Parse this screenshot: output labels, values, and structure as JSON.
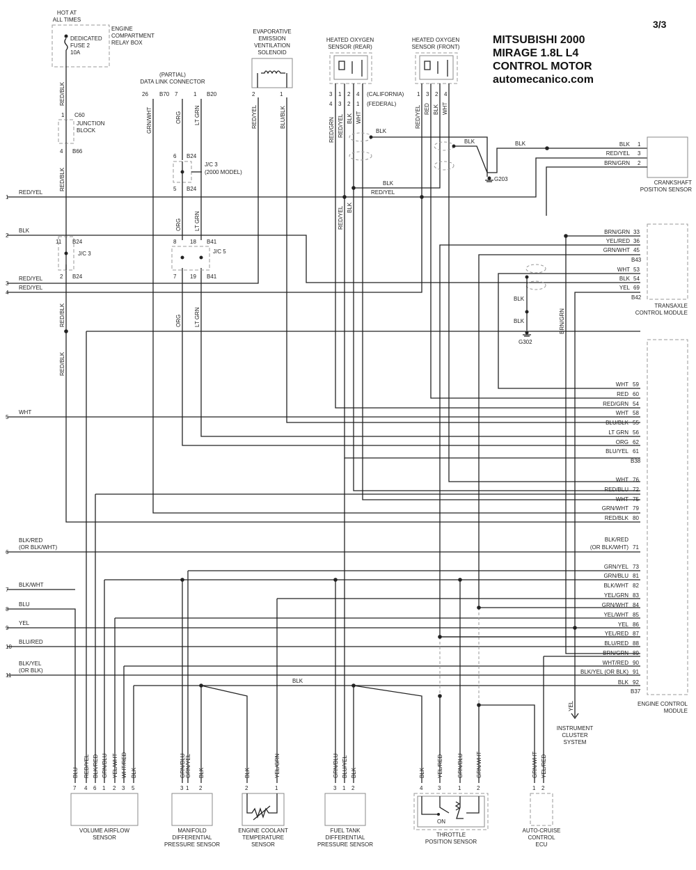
{
  "page_number": "3/3",
  "title_lines": [
    "MITSUBISHI 2000",
    "MIRAGE 1.8L L4",
    "CONTROL MOTOR",
    "automecanico.com"
  ],
  "fuse": {
    "header": [
      "HOT AT",
      "ALL TIMES"
    ],
    "label": [
      "DEDICATED",
      "FUSE 2",
      "10A"
    ],
    "relay_box": [
      "ENGINE",
      "COMPARTMENT",
      "RELAY BOX"
    ],
    "wire": "RED/BLK"
  },
  "junction_block": {
    "label": [
      "JUNCTION",
      "BLOCK"
    ],
    "pin_top": "1",
    "conn_top": "C60",
    "pin_bottom": "4",
    "conn_bottom": "B66",
    "wire": "RED/BLK"
  },
  "dlc": {
    "label": [
      "(PARTIAL)",
      "DATA LINK CONNECTOR"
    ],
    "pins": [
      "26",
      "B70",
      "7",
      "1",
      "B20"
    ],
    "wires": [
      "GRN/WHT",
      "ORG",
      "LT GRN"
    ]
  },
  "jc3_model": {
    "label": [
      "J/C 3",
      "(2000 MODEL)"
    ],
    "pin_top": "6",
    "conn_top": "B24",
    "pin_bottom": "5",
    "conn_bottom": "B24"
  },
  "jc3": {
    "label": "J/C 3",
    "pin_top": "11",
    "conn_top": "B24",
    "pin_bottom": "2",
    "conn_bottom": "B24"
  },
  "jc5": {
    "label": "J/C 5",
    "pins_top": [
      "8",
      "18"
    ],
    "conn_top": "B41",
    "pins_bottom": [
      "7",
      "19"
    ],
    "conn_bottom": "B41"
  },
  "evap": {
    "label": [
      "EVAPORATIVE",
      "EMISSION",
      "VENTILATION",
      "SOLENOID"
    ],
    "pins": [
      "2",
      "1"
    ],
    "wires": [
      "RED/YEL",
      "BLU/BLK"
    ]
  },
  "ho2s_rear": {
    "label": [
      "HEATED OXYGEN",
      "SENSOR (REAR)"
    ],
    "pins_ca": [
      "3",
      "1",
      "2",
      "4"
    ],
    "pins_fed": [
      "4",
      "3",
      "2",
      "1"
    ],
    "california": "(CALIFORNIA)",
    "federal": "(FEDERAL)",
    "wires": [
      "RED/GRN",
      "RED/YEL",
      "BLK",
      "WHT"
    ]
  },
  "ho2s_front": {
    "label": [
      "HEATED OXYGEN",
      "SENSOR (FRONT)"
    ],
    "pins": [
      "1",
      "3",
      "2",
      "4"
    ],
    "wires": [
      "RED/YEL",
      "RED",
      "BLK",
      "WHT"
    ]
  },
  "ground_labels": {
    "g203": "G203",
    "g302": "G302",
    "blk": "BLK",
    "red_yel": "RED/YEL"
  },
  "crankshaft": {
    "label": [
      "CRANKSHAFT",
      "POSITION SENSOR"
    ],
    "pins": [
      {
        "wire": "BLK",
        "pin": "1"
      },
      {
        "wire": "RED/YEL",
        "pin": "3"
      },
      {
        "wire": "BRN/GRN",
        "pin": "2"
      }
    ]
  },
  "tcm": {
    "label": [
      "TRANSAXLE",
      "CONTROL MODULE"
    ],
    "pins": [
      {
        "wire": "BRN/GRN",
        "pin": "33"
      },
      {
        "wire": "YEL/RED",
        "pin": "36"
      },
      {
        "wire": "GRN/WHT",
        "pin": "45"
      },
      {
        "wire": "",
        "pin": "B43"
      },
      {
        "wire": "WHT",
        "pin": "53"
      },
      {
        "wire": "BLK",
        "pin": "54"
      },
      {
        "wire": "YEL",
        "pin": "69"
      },
      {
        "wire": "",
        "pin": "B42"
      }
    ],
    "brn_grn_vertical": "BRN/GRN"
  },
  "ecm": {
    "label": [
      "ENGINE CONTROL",
      "MODULE"
    ],
    "pins_a": [
      {
        "wire": "WHT",
        "pin": "59"
      },
      {
        "wire": "RED",
        "pin": "60"
      },
      {
        "wire": "RED/GRN",
        "pin": "54"
      },
      {
        "wire": "WHT",
        "pin": "58"
      },
      {
        "wire": "BLU/BLK",
        "pin": "55"
      },
      {
        "wire": "LT GRN",
        "pin": "56"
      },
      {
        "wire": "ORG",
        "pin": "62"
      },
      {
        "wire": "BLU/YEL",
        "pin": "61"
      },
      {
        "wire": "",
        "pin": "B38"
      }
    ],
    "pins_b": [
      {
        "wire": "WHT",
        "pin": "76"
      },
      {
        "wire": "RED/BLU",
        "pin": "72"
      },
      {
        "wire": "WHT",
        "pin": "75"
      },
      {
        "wire": "GRN/WHT",
        "pin": "79"
      },
      {
        "wire": "RED/BLK",
        "pin": "80"
      }
    ],
    "pin71": {
      "wire": [
        "BLK/RED",
        "(OR BLK/WHT)"
      ],
      "pin": "71"
    },
    "pins_c": [
      {
        "wire": "GRN/YEL",
        "pin": "73"
      },
      {
        "wire": "GRN/BLU",
        "pin": "81"
      },
      {
        "wire": "BLK/WHT",
        "pin": "82"
      },
      {
        "wire": "YEL/GRN",
        "pin": "83"
      },
      {
        "wire": "GRN/WHT",
        "pin": "84"
      },
      {
        "wire": "YEL/WHT",
        "pin": "85"
      },
      {
        "wire": "YEL",
        "pin": "86"
      },
      {
        "wire": "YEL/RED",
        "pin": "87"
      },
      {
        "wire": "BLU/RED",
        "pin": "88"
      },
      {
        "wire": "BRN/GRN",
        "pin": "89"
      },
      {
        "wire": "WHT/RED",
        "pin": "90"
      },
      {
        "wire": "BLK/YEL (OR BLK)",
        "pin": "91"
      },
      {
        "wire": "BLK",
        "pin": "92"
      },
      {
        "wire": "",
        "pin": "B37"
      }
    ]
  },
  "left_bus": [
    {
      "num": "1",
      "wire": [
        "RED/YEL"
      ]
    },
    {
      "num": "2",
      "wire": [
        "BLK"
      ]
    },
    {
      "num": "3",
      "wire": [
        "RED/YEL"
      ]
    },
    {
      "num": "4",
      "wire": [
        "RED/YEL"
      ]
    },
    {
      "num": "5",
      "wire": [
        "WHT"
      ]
    },
    {
      "num": "6",
      "wire": [
        "BLK/RED",
        "(OR BLK/WHT)"
      ]
    },
    {
      "num": "7",
      "wire": [
        "BLK/WHT"
      ]
    },
    {
      "num": "8",
      "wire": [
        "BLU"
      ]
    },
    {
      "num": "9",
      "wire": [
        "YEL"
      ]
    },
    {
      "num": "10",
      "wire": [
        "BLU/RED"
      ]
    },
    {
      "num": "11",
      "wire": [
        "BLK/YEL",
        "(OR BLK)"
      ]
    }
  ],
  "bus_blk_mid": "BLK",
  "instrument_cluster": {
    "label": [
      "INSTRUMENT",
      "CLUSTER",
      "SYSTEM"
    ],
    "wire": "YEL"
  },
  "vaf": {
    "label": [
      "VOLUME AIRFLOW",
      "SENSOR"
    ],
    "wires": [
      "BLU",
      "RED/YEL",
      "BLK/RED",
      "GRN/BLU",
      "YEL/WHT",
      "WHT/RED",
      "BLK"
    ],
    "pins": [
      "7",
      "4",
      "6",
      "1",
      "2",
      "3",
      "5"
    ]
  },
  "mdp": {
    "label": [
      "MANIFOLD",
      "DIFFERENTIAL",
      "PRESSURE SENSOR"
    ],
    "wires": [
      "GRN/BLU",
      "GRN/YEL",
      "BLK"
    ],
    "pins": [
      "3",
      "1",
      "2"
    ]
  },
  "ect": {
    "label": [
      "ENGINE COOLANT",
      "TEMPERATURE",
      "SENSOR"
    ],
    "wires": [
      "BLK",
      "YEL/GRN"
    ],
    "pins": [
      "2",
      "1"
    ]
  },
  "ftdp": {
    "label": [
      "FUEL TANK",
      "DIFFERENTIAL",
      "PRESSURE SENSOR"
    ],
    "wires": [
      "GRN/BLU",
      "BLU/YEL",
      "BLK"
    ],
    "pins": [
      "3",
      "1",
      "2"
    ]
  },
  "tps": {
    "label": [
      "THROTTLE",
      "POSITION SENSOR"
    ],
    "wires": [
      "BLK",
      "YEL/RED",
      "GRN/BLU",
      "GRN/WHT"
    ],
    "pins": [
      "4",
      "3",
      "1",
      "2"
    ],
    "switch": "ON"
  },
  "acc": {
    "label": [
      "AUTO-CRUISE",
      "CONTROL",
      "ECU"
    ],
    "wires": [
      "GRN/WHT",
      "YEL/RED"
    ],
    "pins": [
      "1",
      "2"
    ]
  }
}
